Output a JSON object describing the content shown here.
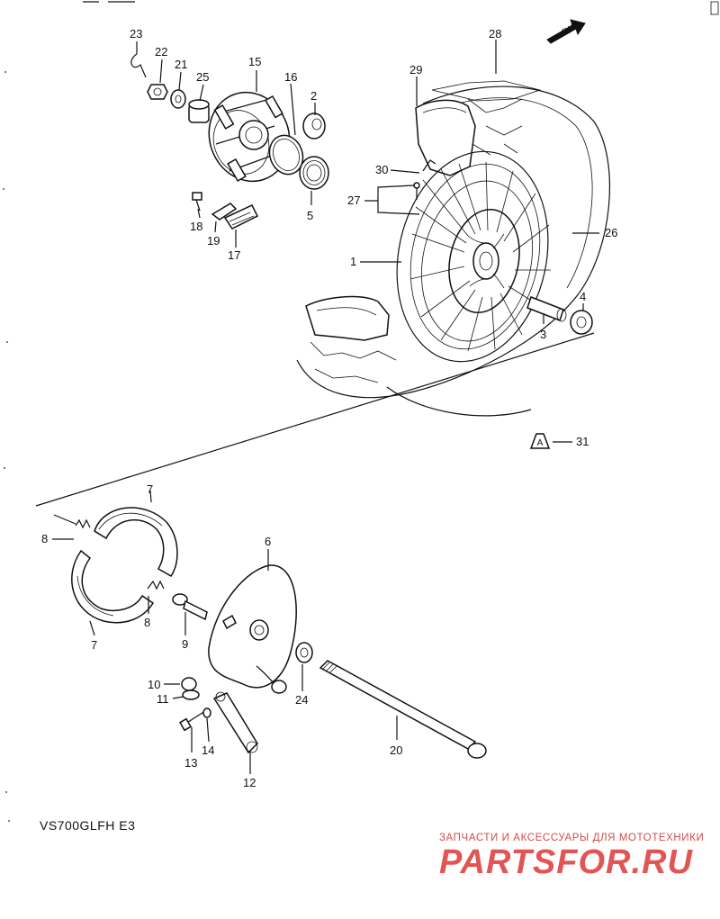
{
  "diagram": {
    "model_label": "VS700GLFH E3",
    "fwd_label": "FWD",
    "callouts": {
      "c1": "1",
      "c2": "2",
      "c3": "3",
      "c4": "4",
      "c5": "5",
      "c6": "6",
      "c7a": "7",
      "c7b": "7",
      "c8a": "8",
      "c8b": "8",
      "c9": "9",
      "c10": "10",
      "c11": "11",
      "c12": "12",
      "c13": "13",
      "c14": "14",
      "c15": "15",
      "c16": "16",
      "c17": "17",
      "c18": "18",
      "c19": "19",
      "c20": "20",
      "c21": "21",
      "c22": "22",
      "c23": "23",
      "c24": "24",
      "c25": "25",
      "c26": "26",
      "c27": "27",
      "c28": "28",
      "c29": "29",
      "c30": "30",
      "c31": "31"
    },
    "ref_symbol": "A"
  },
  "watermark": {
    "tagline": "ЗАПЧАСТИ И АКСЕССУАРЫ ДЛЯ МОТОТЕХНИКИ",
    "brand": "PARTSFOR.RU"
  },
  "colors": {
    "line": "#111111",
    "watermark": "#e25555"
  }
}
